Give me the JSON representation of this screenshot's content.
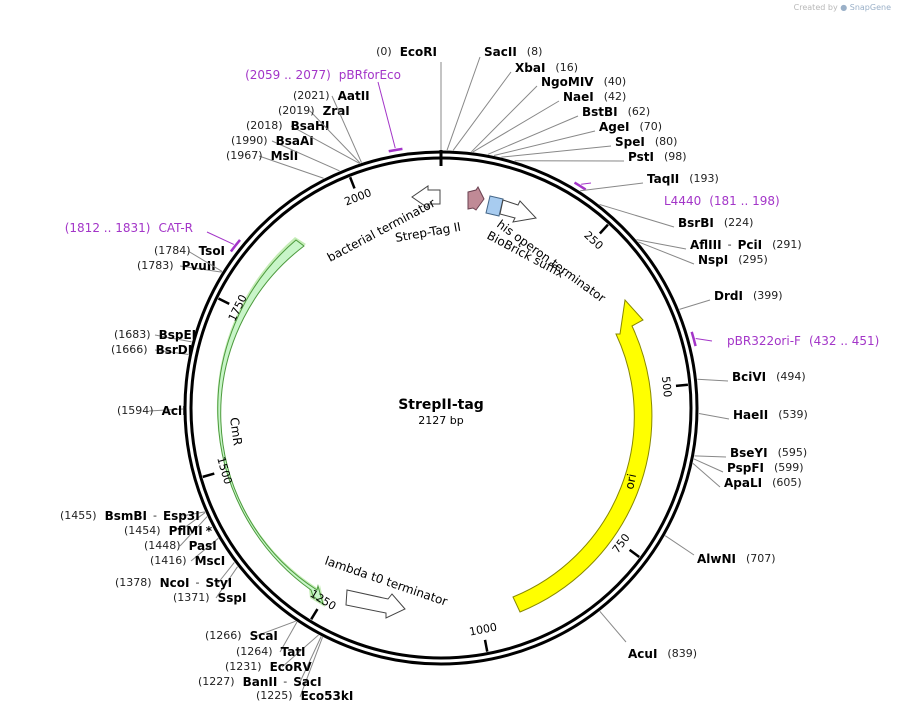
{
  "credit": {
    "prefix": "Created by",
    "brand": "SnapGene"
  },
  "plasmid": {
    "name": "StrepII-tag",
    "length_label": "2127 bp",
    "total_bp": 2127
  },
  "ticks": [
    {
      "bp": 250,
      "label": "250"
    },
    {
      "bp": 500,
      "label": "500"
    },
    {
      "bp": 750,
      "label": "750"
    },
    {
      "bp": 1000,
      "label": "1000"
    },
    {
      "bp": 1250,
      "label": "1250"
    },
    {
      "bp": 1500,
      "label": "1500"
    },
    {
      "bp": 1750,
      "label": "1750"
    },
    {
      "bp": 2000,
      "label": "2000"
    }
  ],
  "sites": [
    {
      "id": "ecori",
      "bp": 0,
      "num": "(0)",
      "name": "EcoRI"
    },
    {
      "id": "sacii",
      "bp": 8,
      "num": "(8)",
      "name": "SacII"
    },
    {
      "id": "xbai",
      "bp": 16,
      "num": "(16)",
      "name": "XbaI"
    },
    {
      "id": "ngomiv",
      "bp": 40,
      "num": "(40)",
      "name": "NgoMIV"
    },
    {
      "id": "naei",
      "bp": 42,
      "num": "(42)",
      "name": "NaeI"
    },
    {
      "id": "bstbi",
      "bp": 62,
      "num": "(62)",
      "name": "BstBI"
    },
    {
      "id": "agei",
      "bp": 70,
      "num": "(70)",
      "name": "AgeI"
    },
    {
      "id": "spei",
      "bp": 80,
      "num": "(80)",
      "name": "SpeI"
    },
    {
      "id": "psti",
      "bp": 98,
      "num": "(98)",
      "name": "PstI"
    },
    {
      "id": "taqii",
      "bp": 193,
      "num": "(193)",
      "name": "TaqII"
    },
    {
      "id": "bsrbi",
      "bp": 224,
      "num": "(224)",
      "name": "BsrBI"
    },
    {
      "id": "afliii",
      "bp": 291,
      "num": "(291)",
      "name": "AflIII",
      "sep": "-",
      "name2": "PciI"
    },
    {
      "id": "nspi",
      "bp": 295,
      "num": "(295)",
      "name": "NspI"
    },
    {
      "id": "drdi",
      "bp": 399,
      "num": "(399)",
      "name": "DrdI"
    },
    {
      "id": "bcivi",
      "bp": 494,
      "num": "(494)",
      "name": "BciVI"
    },
    {
      "id": "haeii",
      "bp": 539,
      "num": "(539)",
      "name": "HaeII"
    },
    {
      "id": "bseyi",
      "bp": 595,
      "num": "(595)",
      "name": "BseYI"
    },
    {
      "id": "pspfi",
      "bp": 599,
      "num": "(599)",
      "name": "PspFI"
    },
    {
      "id": "apali",
      "bp": 605,
      "num": "(605)",
      "name": "ApaLI"
    },
    {
      "id": "alwni",
      "bp": 707,
      "num": "(707)",
      "name": "AlwNI"
    },
    {
      "id": "acui",
      "bp": 839,
      "num": "(839)",
      "name": "AcuI"
    },
    {
      "id": "eco53ki",
      "bp": 1225,
      "num": "(1225)",
      "name": "Eco53kI"
    },
    {
      "id": "banii",
      "bp": 1227,
      "num": "(1227)",
      "name": "BanII",
      "sep": "-",
      "name2": "SacI"
    },
    {
      "id": "ecorv",
      "bp": 1231,
      "num": "(1231)",
      "name": "EcoRV"
    },
    {
      "id": "tati",
      "bp": 1264,
      "num": "(1264)",
      "name": "TatI"
    },
    {
      "id": "scai",
      "bp": 1266,
      "num": "(1266)",
      "name": "ScaI"
    },
    {
      "id": "sspi",
      "bp": 1371,
      "num": "(1371)",
      "name": "SspI"
    },
    {
      "id": "ncoi",
      "bp": 1378,
      "num": "(1378)",
      "name": "NcoI",
      "sep": "-",
      "name2": "StyI"
    },
    {
      "id": "msci",
      "bp": 1416,
      "num": "(1416)",
      "name": "MscI"
    },
    {
      "id": "pasi",
      "bp": 1448,
      "num": "(1448)",
      "name": "PasI"
    },
    {
      "id": "pflmi",
      "bp": 1454,
      "num": "(1454)",
      "name": "PflMI",
      "suffix": "*"
    },
    {
      "id": "bsmbi",
      "bp": 1455,
      "num": "(1455)",
      "name": "BsmBI",
      "sep": "-",
      "name2": "Esp3I"
    },
    {
      "id": "acli",
      "bp": 1594,
      "num": "(1594)",
      "name": "AclI"
    },
    {
      "id": "bsrdi",
      "bp": 1666,
      "num": "(1666)",
      "name": "BsrDI"
    },
    {
      "id": "bspei",
      "bp": 1683,
      "num": "(1683)",
      "name": "BspEI"
    },
    {
      "id": "pvuii",
      "bp": 1783,
      "num": "(1783)",
      "name": "PvuII"
    },
    {
      "id": "tsoi",
      "bp": 1784,
      "num": "(1784)",
      "name": "TsoI"
    },
    {
      "id": "msli",
      "bp": 1967,
      "num": "(1967)",
      "name": "MslI"
    },
    {
      "id": "bsaai",
      "bp": 1990,
      "num": "(1990)",
      "name": "BsaAI"
    },
    {
      "id": "bsahi",
      "bp": 2018,
      "num": "(2018)",
      "name": "BsaHI"
    },
    {
      "id": "zrai",
      "bp": 2019,
      "num": "(2019)",
      "name": "ZraI"
    },
    {
      "id": "aatii",
      "bp": 2021,
      "num": "(2021)",
      "name": "AatII"
    }
  ],
  "primers": [
    {
      "id": "pbrforeco",
      "name": "pBRforEco",
      "range": "(2059 .. 2077)",
      "start": 2059,
      "end": 2077
    },
    {
      "id": "l4440",
      "name": "L4440",
      "range": "(181 .. 198)",
      "start": 181,
      "end": 198
    },
    {
      "id": "pbr322ori",
      "name": "pBR322ori-F",
      "range": "(432 .. 451)",
      "start": 432,
      "end": 451
    },
    {
      "id": "catr",
      "name": "CAT-R",
      "range": "(1812 .. 1831)",
      "start": 1812,
      "end": 1831
    }
  ],
  "features": [
    {
      "id": "ori",
      "label": "ori",
      "color": "#ffff00"
    },
    {
      "id": "cmr",
      "label": "CmR",
      "color": "#c8f5c8"
    },
    {
      "id": "lambda",
      "label": "lambda t0 terminator"
    },
    {
      "id": "bacterial",
      "label": "bacterial terminator"
    },
    {
      "id": "strep",
      "label": "Strep-Tag II",
      "color": "#c08a96"
    },
    {
      "id": "biobrick",
      "label": "BioBrick suffix",
      "color": "#a8ccf0"
    },
    {
      "id": "hisop",
      "label": "his operon terminator"
    }
  ],
  "colors": {
    "primer": "#a335c8",
    "backbone": "#000000",
    "ori": "#ffff00",
    "cmr": "#c8f5c8",
    "cmr_glow": "#7fd860"
  }
}
